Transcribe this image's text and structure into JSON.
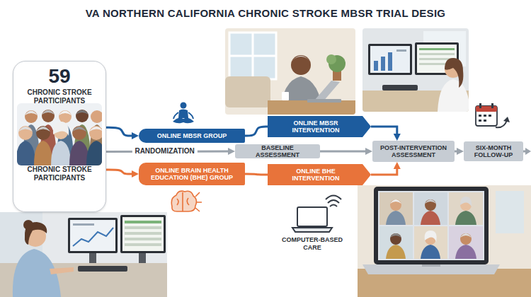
{
  "diagram": {
    "title": "VA NORTHERN CALIFORNIA CHRONIC STROKE MBSR TRIAL DESIG",
    "nodes": [
      {
        "text": [
          "59",
          "CHRONIC STROKE PARTICIPANTS",
          "CHRONIC STROKE PARTICIPANTS"
        ]
      },
      {
        "text": [
          "ONLINE MBSR GROUP"
        ]
      },
      {
        "text": [
          "ONLINE MBSR INTERVENTION"
        ]
      },
      {
        "text": [
          "BASELINE ASSESSMENT"
        ]
      },
      {
        "text": [
          "POST-INTERVENTION ASSESSMENT"
        ]
      },
      {
        "text": [
          "SIX-MONTH FOLLOW-UP"
        ]
      },
      {
        "text": [
          "ONLINE BRAIN HEALTH EDUCATION (BHE) GROUP"
        ]
      },
      {
        "text": [
          "ONLINE BHE INTERVENTION"
        ]
      }
    ],
    "edges": [
      {
        "from": 0,
        "to": 1,
        "arrow": "to"
      },
      {
        "from": 0,
        "to": 3,
        "arrow": "to",
        "label": "RANDOMIZATION"
      },
      {
        "from": 0,
        "to": 6,
        "arrow": "to"
      },
      {
        "from": 1,
        "to": 2,
        "arrow": "none"
      },
      {
        "from": 2,
        "to": 4,
        "arrow": "to"
      },
      {
        "from": 3,
        "to": 4,
        "arrow": "to"
      },
      {
        "from": 4,
        "to": 5,
        "arrow": "to"
      },
      {
        "from": 6,
        "to": 7,
        "arrow": "none"
      },
      {
        "from": 7,
        "to": 4,
        "arrow": "to"
      }
    ],
    "labels": [
      "COMPUTER-BASED CARE"
    ]
  }
}
